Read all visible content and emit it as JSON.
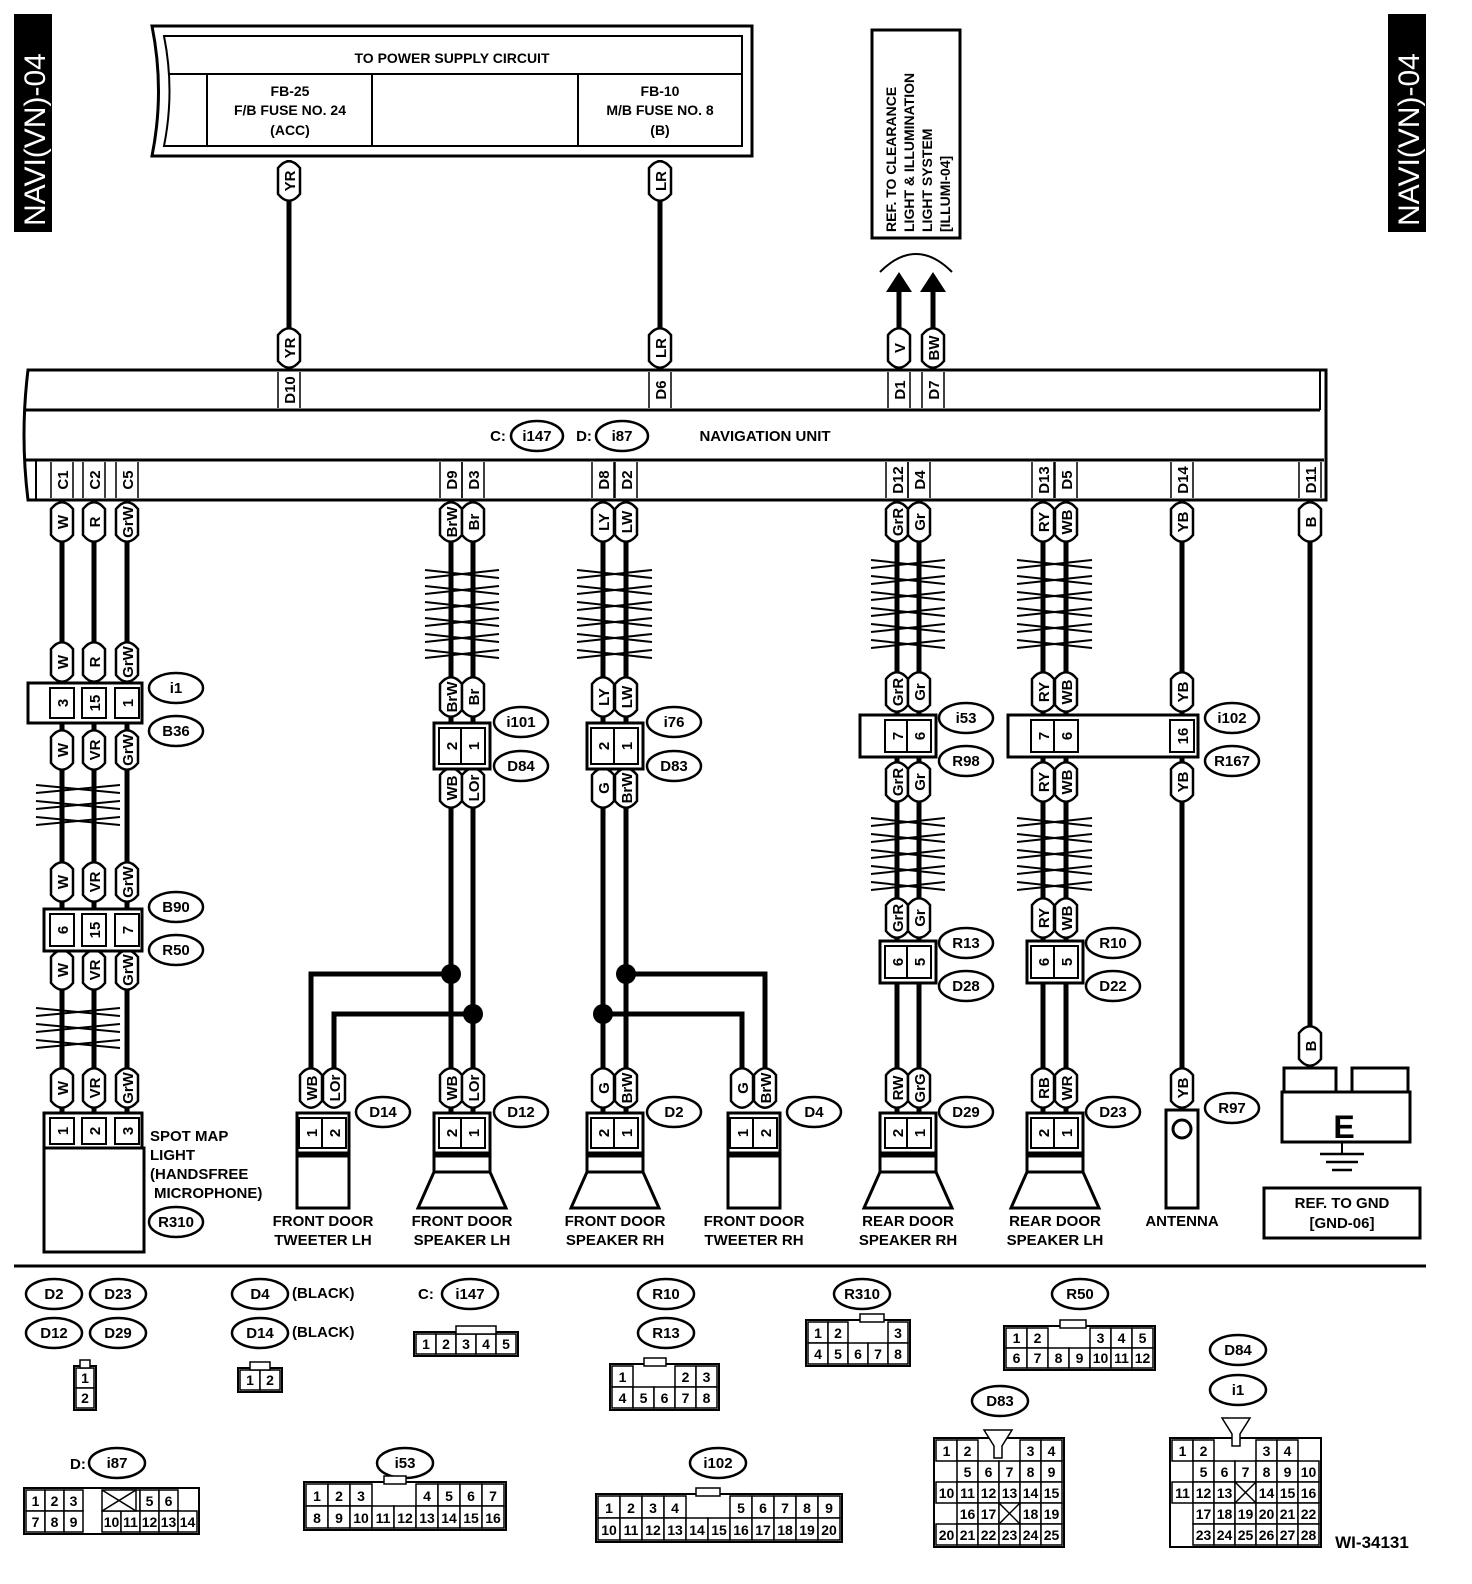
{
  "side_tab_left": "NAVI(VN)-04",
  "side_tab_right": "NAVI(VN)-04",
  "power_box": {
    "title": "TO POWER SUPPLY CIRCUIT",
    "left_fuse": [
      "FB-25",
      "F/B FUSE NO. 24",
      "(ACC)"
    ],
    "right_fuse": [
      "FB-10",
      "M/B FUSE NO. 8",
      "(B)"
    ]
  },
  "illumination_ref": [
    "REF. TO CLEARANCE",
    "LIGHT & ILLUMINATION",
    "LIGHT SYSTEM",
    "[ILLUMI-04]"
  ],
  "nav_unit": {
    "label": "NAVIGATION UNIT",
    "c_prefix": "C:",
    "c_connector": "i147",
    "d_prefix": "D:",
    "d_connector": "i87"
  },
  "top_pins": [
    {
      "pin": "D10",
      "wire": "YR"
    },
    {
      "pin": "D6",
      "wire": "LR"
    },
    {
      "pin": "D1",
      "wire": "V"
    },
    {
      "pin": "D7",
      "wire": "BW"
    }
  ],
  "bottom_pins": [
    "C1",
    "C2",
    "C5",
    "D9",
    "D3",
    "D8",
    "D2",
    "D12",
    "D4",
    "D13",
    "D5",
    "D14",
    "D11"
  ],
  "connectors": [
    "i1",
    "B36",
    "B90",
    "R50",
    "R310",
    "i101",
    "D84",
    "D14",
    "D12",
    "i76",
    "D83",
    "D2",
    "D4",
    "i53",
    "R98",
    "R13",
    "D28",
    "D29",
    "i102",
    "R167",
    "R10",
    "D22",
    "D23",
    "R97"
  ],
  "components": {
    "spot_map": [
      "SPOT MAP",
      "LIGHT",
      "(HANDSFREE",
      "MICROPHONE)"
    ],
    "fd_tweeter_lh": [
      "FRONT DOOR",
      "TWEETER LH"
    ],
    "fd_speaker_lh": [
      "FRONT DOOR",
      "SPEAKER LH"
    ],
    "fd_speaker_rh": [
      "FRONT DOOR",
      "SPEAKER RH"
    ],
    "fd_tweeter_rh": [
      "FRONT DOOR",
      "TWEETER RH"
    ],
    "rd_speaker_rh": [
      "REAR DOOR",
      "SPEAKER RH"
    ],
    "rd_speaker_lh": [
      "REAR DOOR",
      "SPEAKER LH"
    ],
    "antenna": "ANTENNA"
  },
  "ground": {
    "letter": "E",
    "ref": [
      "REF. TO GND",
      "[GND-06]"
    ]
  },
  "legend": {
    "black_note": "(BLACK)",
    "c_prefix": "C:",
    "d_prefix": "D:"
  },
  "figure_id": "WI-34131"
}
